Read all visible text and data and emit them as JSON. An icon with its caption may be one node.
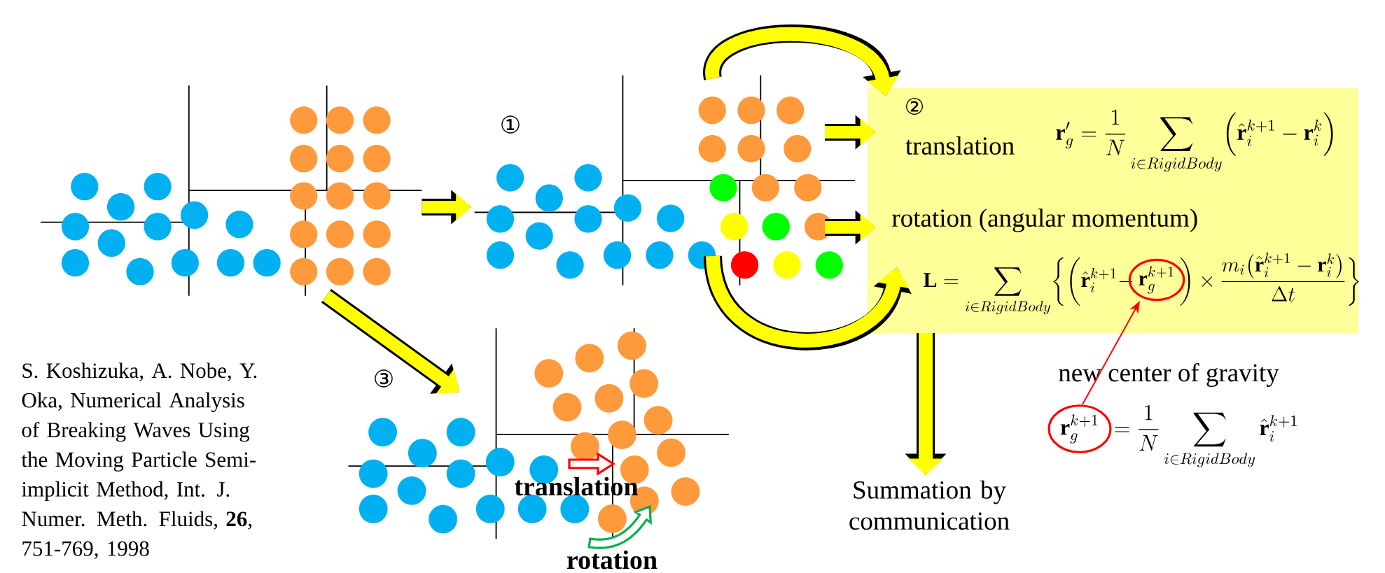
{
  "diagram": {
    "nodes": [
      {
        "text": [],
        "shape": "picture"
      },
      {
        "text": [],
        "shape": "picture"
      },
      {
        "text": [],
        "shape": "picture"
      },
      {
        "text": [
          "②",
          "translation",
          "\\mathbf{r}'_g = \\frac{1}{N}\\sum_{i\\in RigidBody}\\Bigl(\\hat{\\mathbf{r}}_i^{k+1}-\\mathbf{r}_i^{k}\\Bigr)",
          "rotation (angular momentum)",
          "\\mathbf{L} = \\sum_{i\\in RigidBody}\\biggl\\{\\biggl(\\hat{\\mathbf{r}}_i^{k+1} -",
          "\\biggr)\\times\\frac{m_i\\bigl(\\hat{\\mathbf{r}}_i^{k+1}-\\mathbf{r}_i^{k}\\bigr)}{\\Delta t}\\biggr\\}"
        ]
      },
      {
        "text": [
          "\\mathbf{r}_g^{k+1}"
        ],
        "in": 3
      },
      {
        "text": [
          "\\mathbf{r}_g^{k+1}"
        ],
        "beside": [
          "new center of gravity",
          "= \\frac{1}{N}\\sum_{i\\in RigidBody}\\hat{\\mathbf{r}}_i^{k+1}"
        ]
      },
      {
        "text": [
          "Summation by communication"
        ]
      }
    ],
    "edges": [
      {
        "from": 0,
        "to": 1,
        "arrow": "to"
      },
      {
        "from": 0,
        "to": 2,
        "arrow": "to"
      },
      {
        "from": 1,
        "to": 3,
        "arrow": "to"
      },
      {
        "from": 1,
        "to": 3,
        "arrow": "to"
      },
      {
        "from": 1,
        "to": 3,
        "arrow": "to"
      },
      {
        "from": 1,
        "to": 3,
        "arrow": "to"
      },
      {
        "from": 3,
        "to": 6,
        "arrow": "to"
      },
      {
        "from": 5,
        "to": 4,
        "arrow": "to",
        "color": "#ff0000"
      }
    ],
    "labels": [
      "①",
      "③",
      "translation",
      "rotation",
      "S. Koshizuka, A. Nobe, Y. Oka, Numerical Analysis of Breaking Waves Using the Moving Particle Semi-implicit Method, Int. J. Numer. Meth. Fluids, **26**, 751-769, 1998"
    ]
  }
}
